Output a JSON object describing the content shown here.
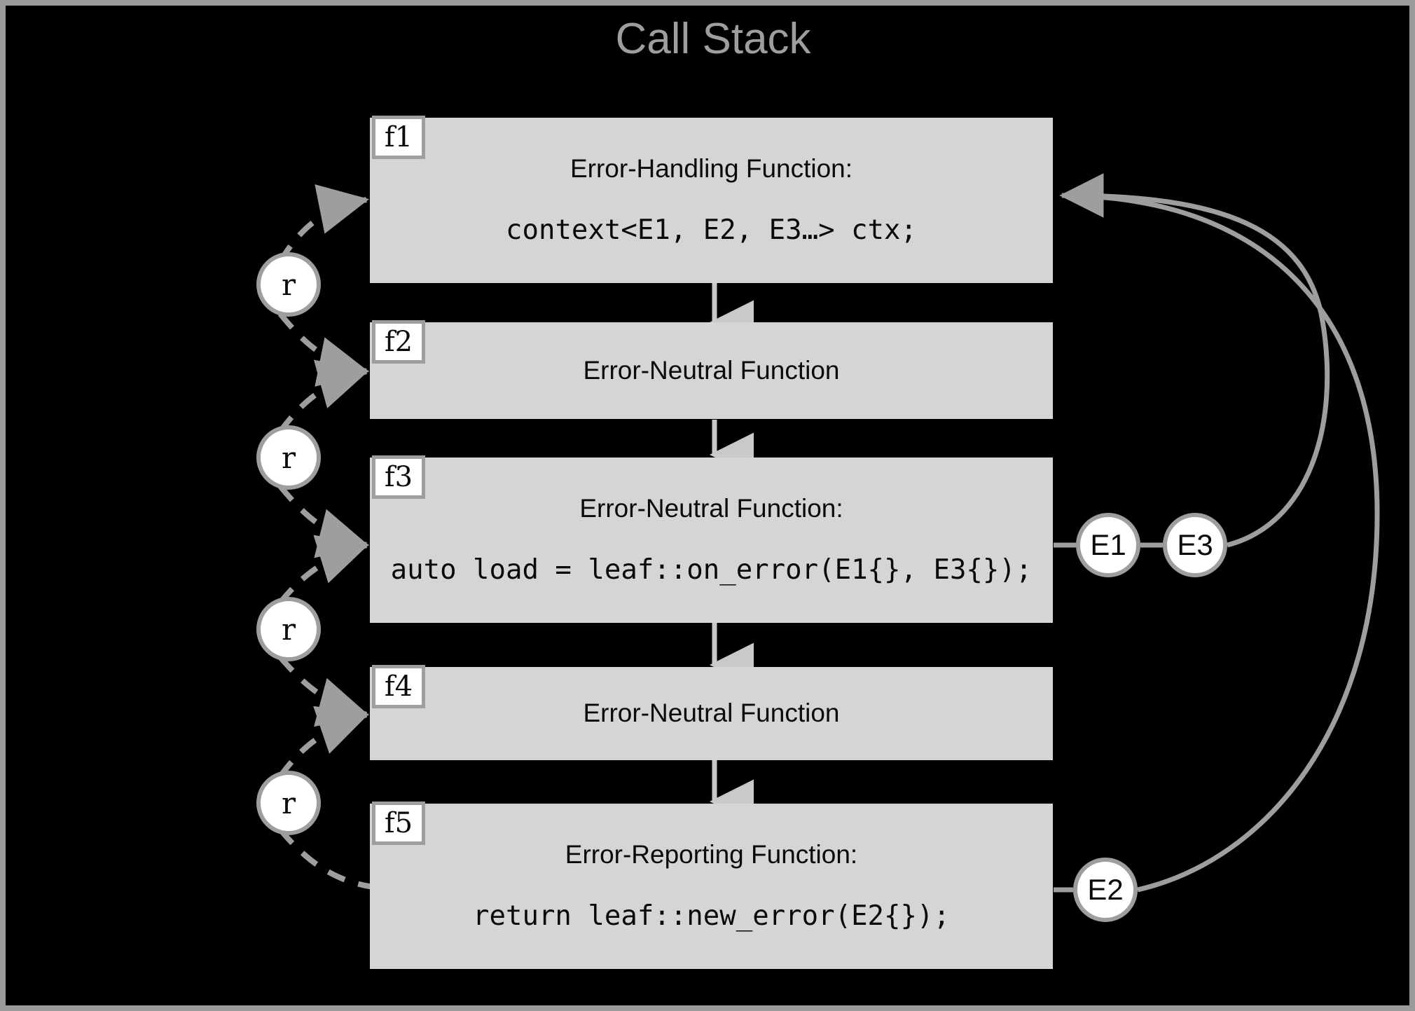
{
  "title": "Call Stack",
  "colors": {
    "background": "#000000",
    "border": "#9a9a9a",
    "frame_fill": "#d5d5d5",
    "node_fill": "#ffffff",
    "node_stroke": "#9e9e9e",
    "edge": "#9e9e9e",
    "dashed_edge": "#9e9e9e",
    "text": "#0a0a0a",
    "title_text": "#9e9e9e"
  },
  "frames": [
    {
      "id": "f1",
      "label": "f1",
      "title": "Error-Handling Function:",
      "code": "context<E1, E2, E3…> ctx;"
    },
    {
      "id": "f2",
      "label": "f2",
      "title": "Error-Neutral Function",
      "code": ""
    },
    {
      "id": "f3",
      "label": "f3",
      "title": "Error-Neutral Function:",
      "code": "auto load = leaf::on_error(E1{}, E3{});"
    },
    {
      "id": "f4",
      "label": "f4",
      "title": "Error-Neutral Function",
      "code": ""
    },
    {
      "id": "f5",
      "label": "f5",
      "title": "Error-Reporting Function:",
      "code": "return leaf::new_error(E2{});"
    }
  ],
  "result_nodes": [
    {
      "id": "r1",
      "label": "r"
    },
    {
      "id": "r2",
      "label": "r"
    },
    {
      "id": "r3",
      "label": "r"
    },
    {
      "id": "r4",
      "label": "r"
    }
  ],
  "error_nodes": [
    {
      "id": "e1",
      "label": "E1"
    },
    {
      "id": "e3",
      "label": "E3"
    },
    {
      "id": "e2",
      "label": "E2"
    }
  ]
}
